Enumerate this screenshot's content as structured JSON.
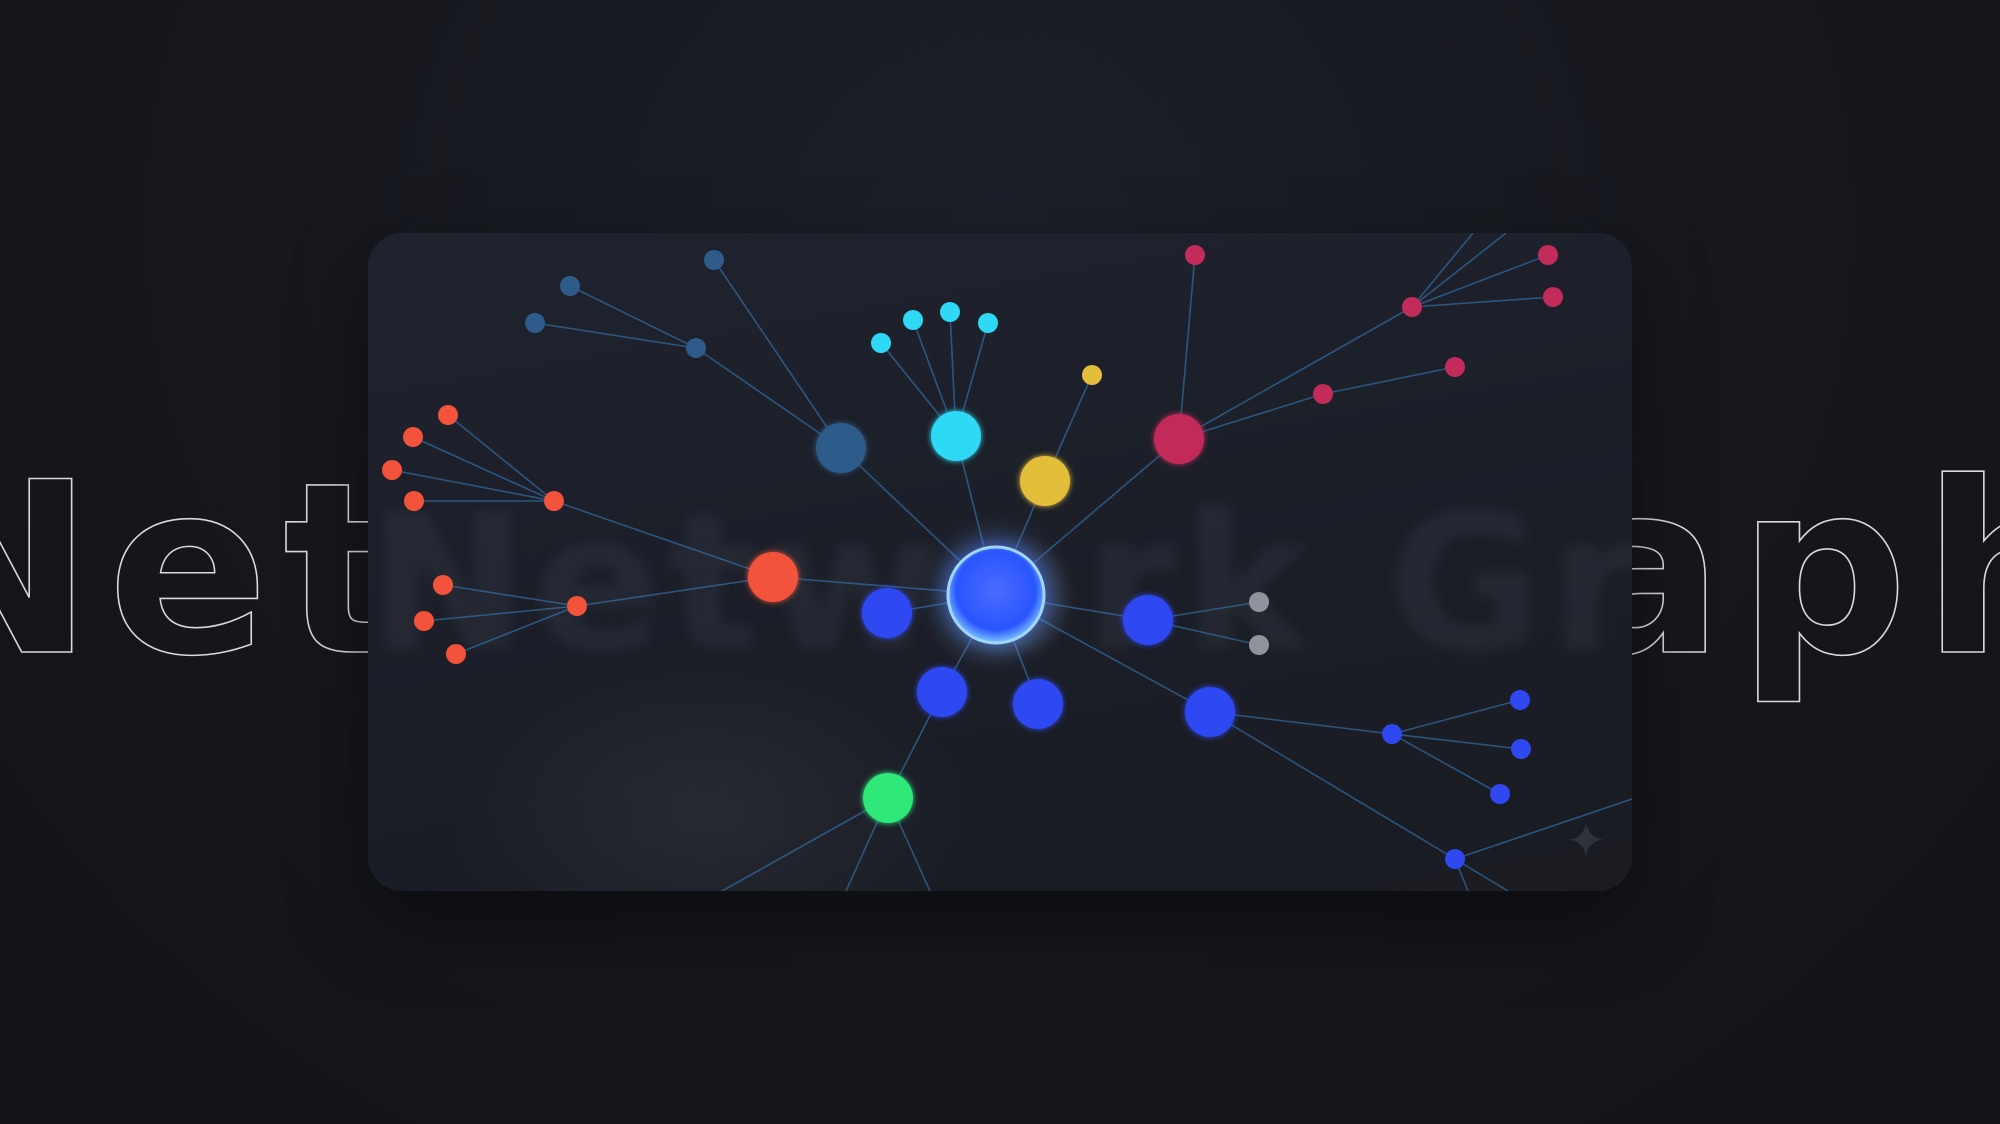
{
  "title": "Network Graph",
  "decoration": {
    "sparkle_icon": "sparkle-icon"
  },
  "colors": {
    "hub": "#2a55ff",
    "hub_glow": "#3f7bff",
    "edge": "#3b82c4",
    "navy": "#2e5b8a",
    "cyan": "#2ed9f5",
    "yellow": "#e3be3a",
    "magenta": "#c22b5a",
    "orange": "#f2533a",
    "green": "#2ee87a",
    "blue": "#2f48f2",
    "grey": "#8e939c"
  },
  "graph": {
    "nodes": [
      {
        "id": "hub",
        "color": "hub"
      },
      {
        "id": "navy-1",
        "color": "navy"
      },
      {
        "id": "navy-2",
        "color": "navy"
      },
      {
        "id": "navy-3",
        "color": "navy"
      },
      {
        "id": "navy-4",
        "color": "navy"
      },
      {
        "id": "navy-5",
        "color": "navy"
      },
      {
        "id": "cyan-1",
        "color": "cyan"
      },
      {
        "id": "cyan-2",
        "color": "cyan"
      },
      {
        "id": "cyan-3",
        "color": "cyan"
      },
      {
        "id": "cyan-4",
        "color": "cyan"
      },
      {
        "id": "cyan-5",
        "color": "cyan"
      },
      {
        "id": "yellow-1",
        "color": "yellow"
      },
      {
        "id": "yellow-2",
        "color": "yellow"
      },
      {
        "id": "mag-1",
        "color": "magenta"
      },
      {
        "id": "mag-2",
        "color": "magenta"
      },
      {
        "id": "mag-3",
        "color": "magenta"
      },
      {
        "id": "mag-4",
        "color": "magenta"
      },
      {
        "id": "mag-5",
        "color": "magenta"
      },
      {
        "id": "mag-6",
        "color": "magenta"
      },
      {
        "id": "mag-7",
        "color": "magenta"
      },
      {
        "id": "orange-1",
        "color": "orange"
      },
      {
        "id": "orange-2",
        "color": "orange"
      },
      {
        "id": "orange-3",
        "color": "orange"
      },
      {
        "id": "orange-4",
        "color": "orange"
      },
      {
        "id": "orange-5",
        "color": "orange"
      },
      {
        "id": "orange-6",
        "color": "orange"
      },
      {
        "id": "orange-7",
        "color": "orange"
      },
      {
        "id": "orange-8",
        "color": "orange"
      },
      {
        "id": "orange-9",
        "color": "orange"
      },
      {
        "id": "orange-10",
        "color": "orange"
      },
      {
        "id": "orange-11",
        "color": "orange"
      },
      {
        "id": "blue-1",
        "color": "blue"
      },
      {
        "id": "blue-2",
        "color": "blue"
      },
      {
        "id": "blue-3",
        "color": "blue"
      },
      {
        "id": "blue-4",
        "color": "blue"
      },
      {
        "id": "blue-5",
        "color": "blue"
      },
      {
        "id": "blue-6",
        "color": "blue"
      },
      {
        "id": "blue-7",
        "color": "blue"
      },
      {
        "id": "blue-8",
        "color": "blue"
      },
      {
        "id": "blue-9",
        "color": "blue"
      },
      {
        "id": "blue-10",
        "color": "blue"
      },
      {
        "id": "blue-11",
        "color": "blue"
      },
      {
        "id": "grey-1",
        "color": "grey"
      },
      {
        "id": "grey-2",
        "color": "grey"
      },
      {
        "id": "green-1",
        "color": "green"
      }
    ],
    "edges": [
      [
        "hub",
        "navy-1"
      ],
      [
        "navy-1",
        "navy-2"
      ],
      [
        "navy-1",
        "navy-5"
      ],
      [
        "navy-2",
        "navy-3"
      ],
      [
        "navy-2",
        "navy-4"
      ],
      [
        "hub",
        "cyan-1"
      ],
      [
        "cyan-1",
        "cyan-2"
      ],
      [
        "cyan-1",
        "cyan-3"
      ],
      [
        "cyan-1",
        "cyan-4"
      ],
      [
        "cyan-1",
        "cyan-5"
      ],
      [
        "hub",
        "yellow-1"
      ],
      [
        "yellow-1",
        "yellow-2"
      ],
      [
        "hub",
        "mag-1"
      ],
      [
        "mag-1",
        "mag-2"
      ],
      [
        "mag-1",
        "mag-3"
      ],
      [
        "mag-3",
        "mag-4"
      ],
      [
        "mag-3",
        "mag-5"
      ],
      [
        "mag-1",
        "mag-6"
      ],
      [
        "mag-6",
        "mag-7"
      ],
      [
        "hub",
        "orange-1"
      ],
      [
        "orange-1",
        "orange-2"
      ],
      [
        "orange-2",
        "orange-3"
      ],
      [
        "orange-2",
        "orange-4"
      ],
      [
        "orange-2",
        "orange-5"
      ],
      [
        "orange-2",
        "orange-6"
      ],
      [
        "orange-1",
        "orange-7"
      ],
      [
        "orange-7",
        "orange-8"
      ],
      [
        "orange-7",
        "orange-9"
      ],
      [
        "orange-7",
        "orange-10"
      ],
      [
        "hub",
        "blue-1"
      ],
      [
        "hub",
        "blue-2"
      ],
      [
        "hub",
        "blue-3"
      ],
      [
        "hub",
        "blue-4"
      ],
      [
        "hub",
        "blue-5"
      ],
      [
        "blue-4",
        "grey-1"
      ],
      [
        "blue-4",
        "grey-2"
      ],
      [
        "blue-5",
        "blue-6"
      ],
      [
        "blue-6",
        "blue-7"
      ],
      [
        "blue-6",
        "blue-8"
      ],
      [
        "blue-6",
        "blue-9"
      ],
      [
        "blue-5",
        "blue-10"
      ],
      [
        "blue-2",
        "green-1"
      ]
    ]
  }
}
